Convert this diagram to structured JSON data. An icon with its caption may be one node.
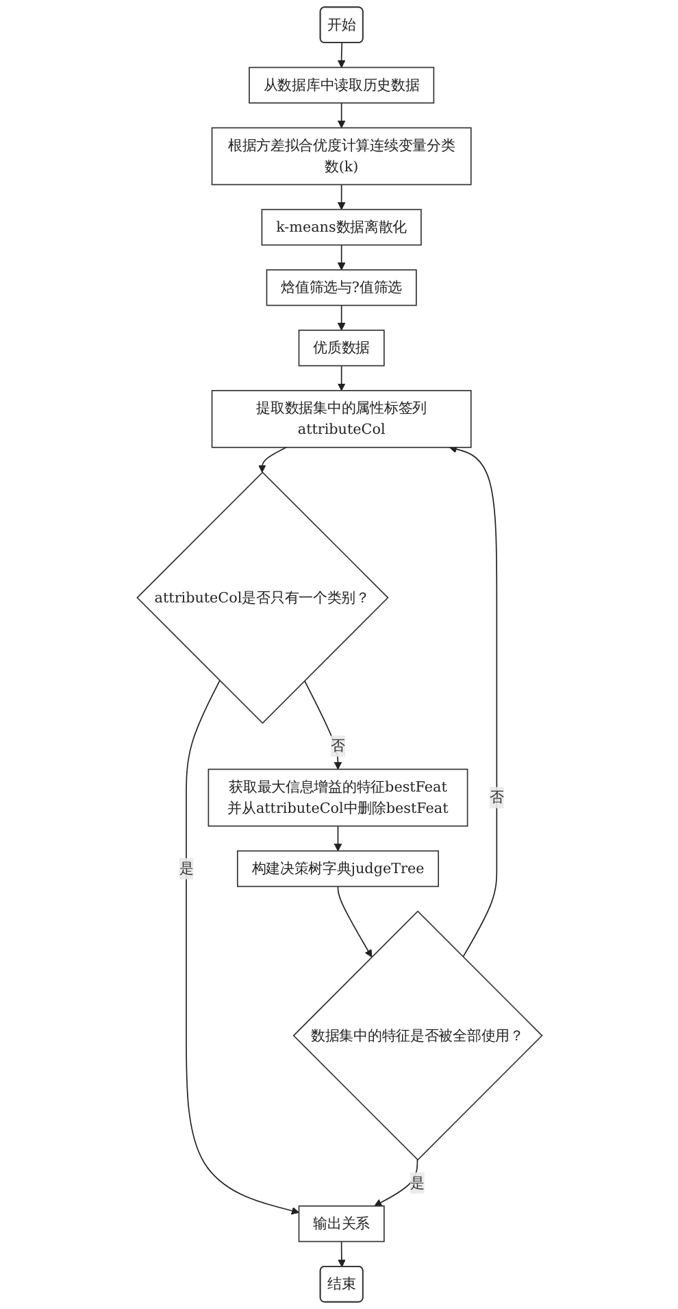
{
  "diagram": {
    "nodes": [
      {
        "text": [
          "开始"
        ]
      },
      {
        "text": [
          "从数据库中读取历史数据"
        ]
      },
      {
        "text": [
          "根据方差拟合优度计算连续变量分类数(k)"
        ]
      },
      {
        "text": [
          "k-means数据离散化"
        ]
      },
      {
        "text": [
          "焓值筛选与?值筛选"
        ]
      },
      {
        "text": [
          "优质数据"
        ]
      },
      {
        "text": [
          "提取数据集中的属性标签列attributeCol"
        ]
      },
      {
        "text": [
          "attributeCol是否只有一个类别？"
        ]
      },
      {
        "text": [
          "获取最大信息增益的特征bestFeat并从attributeCol中删除bestFeat"
        ]
      },
      {
        "text": [
          "构建决策树字典judgeTree"
        ]
      },
      {
        "text": [
          "数据集中的特征是否被全部使用？"
        ]
      },
      {
        "text": [
          "输出关系"
        ]
      },
      {
        "text": [
          "结束"
        ]
      }
    ],
    "edges": [
      {
        "from": 0,
        "to": 1,
        "arrow": "to"
      },
      {
        "from": 1,
        "to": 2,
        "arrow": "to"
      },
      {
        "from": 2,
        "to": 3,
        "arrow": "to"
      },
      {
        "from": 3,
        "to": 4,
        "arrow": "to"
      },
      {
        "from": 4,
        "to": 5,
        "arrow": "to"
      },
      {
        "from": 5,
        "to": 6,
        "arrow": "to"
      },
      {
        "from": 6,
        "to": 7,
        "arrow": "to"
      },
      {
        "from": 7,
        "to": 8,
        "label": "否",
        "arrow": "to"
      },
      {
        "from": 7,
        "to": 11,
        "label": "是",
        "arrow": "to"
      },
      {
        "from": 8,
        "to": 9,
        "arrow": "to"
      },
      {
        "from": 9,
        "to": 10,
        "arrow": "to"
      },
      {
        "from": 10,
        "to": 6,
        "label": "否",
        "arrow": "to"
      },
      {
        "from": 10,
        "to": 11,
        "label": "是",
        "arrow": "to"
      },
      {
        "from": 11,
        "to": 12,
        "arrow": "to"
      }
    ]
  }
}
